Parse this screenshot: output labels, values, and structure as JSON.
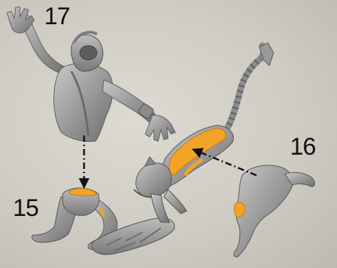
{
  "steps": [
    {
      "id": "step-17",
      "number": "17",
      "part": "gladiator-upper-body"
    },
    {
      "id": "step-16",
      "number": "16",
      "part": "panther-hindquarters"
    },
    {
      "id": "step-15",
      "number": "15",
      "part": "gladiator-legs"
    }
  ],
  "colors": {
    "background": "#cfccc3",
    "miniature": "#9a9a9a",
    "miniature_shadow": "#6b6b6b",
    "miniature_highlight": "#c4c4c4",
    "glue_highlight": "#f2a427",
    "arrow": "#111111"
  },
  "arrows": [
    {
      "from": "step-17",
      "to": "step-15",
      "style": "dash-dot"
    },
    {
      "from": "step-16",
      "to": "panther-front",
      "style": "dash-dot"
    }
  ]
}
